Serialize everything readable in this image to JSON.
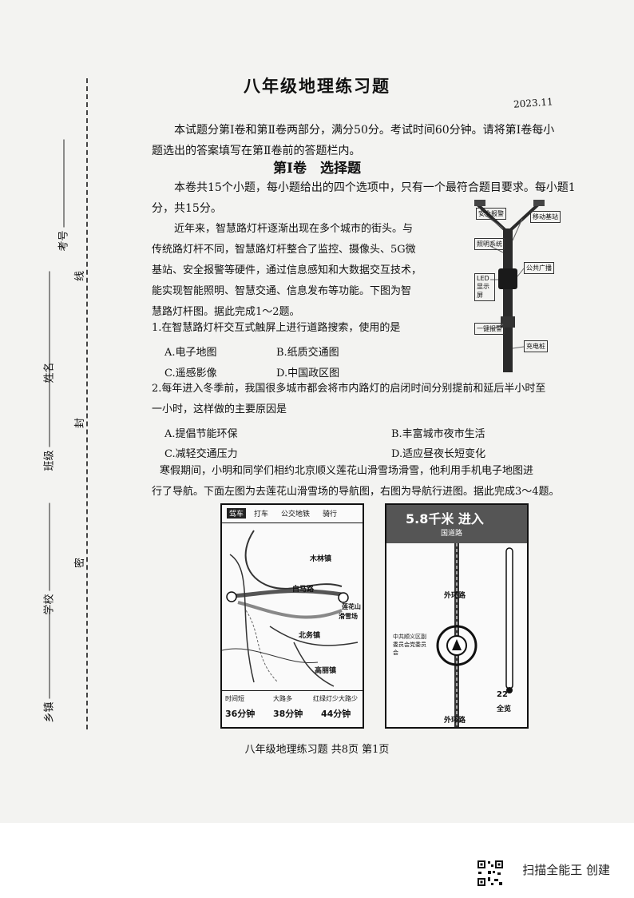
{
  "side": {
    "exam_no": "考号",
    "name": "姓名",
    "class": "班级",
    "school": "学校",
    "town": "乡镇",
    "seal_chars": [
      "线",
      "封",
      "密"
    ]
  },
  "title": "八年级地理练习题",
  "date": "2023.11",
  "intro": [
    "本试题分第Ⅰ卷和第Ⅱ卷两部分，满分50分。考试时间60分钟。请将第Ⅰ卷每小",
    "题选出的答案填写在第Ⅱ卷前的答题栏内。"
  ],
  "section1": "第Ⅰ卷　选择题",
  "instructions": [
    "本卷共15个小题，每小题给出的四个选项中，只有一个最符合题目要求。每小题1",
    "分，共15分。"
  ],
  "passage": [
    "近年来，智慧路灯杆逐渐出现在多个城市的街头。与",
    "传统路灯杆不同，智慧路灯杆整合了监控、摄像头、5G微",
    "基站、安全报警等硬件，通过信息感知和大数据交互技术，",
    "能实现智能照明、智慧交通、信息发布等功能。下图为智",
    "慧路灯杆图。据此完成1～2题。"
  ],
  "pole_tags": [
    "安全报警",
    "移动基站",
    "照明系统",
    "LED显示屏",
    "公共广播",
    "一键报警",
    "充电桩"
  ],
  "q1": {
    "stem": "1.在智慧路灯杆交互式触屏上进行道路搜索，使用的是",
    "a": "A.电子地图",
    "b": "B.纸质交通图",
    "c": "C.遥感影像",
    "d": "D.中国政区图"
  },
  "q2": {
    "stem": [
      "2.每年进入冬季前，我国很多城市都会将市内路灯的启闭时间分别提前和延后半小时至",
      "一小时，这样做的主要原因是"
    ],
    "a": "A.提倡节能环保",
    "b": "B.丰富城市夜市生活",
    "c": "C.减轻交通压力",
    "d": "D.适应昼夜长短变化"
  },
  "passage2": [
    "寒假期间，小明和同学们相约北京顺义莲花山滑雪场滑雪，他利用手机电子地图进",
    "行了导航。下面左图为去莲花山滑雪场的导航图，右图为导航行进图。据此完成3～4题。"
  ],
  "left_map": {
    "tabs": [
      "驾车",
      "打车",
      "公交地铁",
      "骑行"
    ],
    "places": [
      "木林镇",
      "白马路",
      "莲花山",
      "滑雪场",
      "北务镇",
      "高丽镇"
    ],
    "routes": [
      {
        "name": "时间短",
        "time": "36分钟"
      },
      {
        "name": "大路多",
        "time": "38分钟"
      },
      {
        "name": "红绿灯少大路少",
        "time": "44分钟"
      }
    ]
  },
  "right_map": {
    "distance": "5.8千米 进入",
    "road_top": "国道路",
    "road_mid": "外环路",
    "landmark": "中共顺义区副委员会党委员会",
    "road_bottom": "外环路",
    "side_label": "全览",
    "side_num": "22"
  },
  "footer": "八年级地理练习题 共8页 第1页",
  "watermark": "扫描全能王 创建"
}
